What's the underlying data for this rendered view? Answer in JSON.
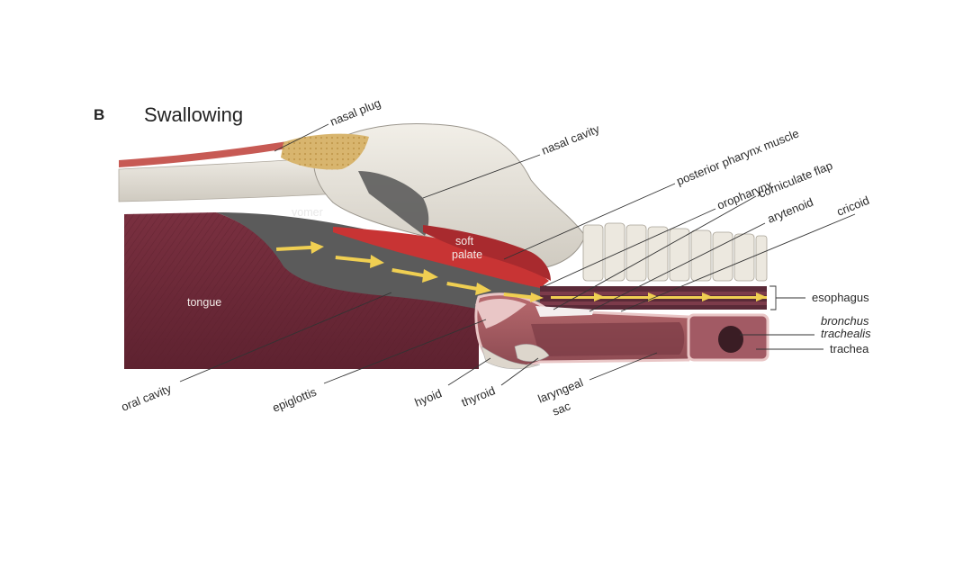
{
  "panel": {
    "letter": "B",
    "title": "Swallowing"
  },
  "labels": {
    "nasal_plug": "nasal plug",
    "nasal_cavity": "nasal cavity",
    "posterior_pharynx_muscle": "posterior pharynx muscle",
    "oropharynx": "oropharynx",
    "corniculate_flap": "corniculate flap",
    "arytenoid": "arytenoid",
    "cricoid": "cricoid",
    "esophagus": "esophagus",
    "bronchus_trachealis_1": "bronchus",
    "bronchus_trachealis_2": "trachealis",
    "trachea": "trachea",
    "laryngeal_sac_1": "laryngeal",
    "laryngeal_sac_2": "sac",
    "thyroid": "thyroid",
    "hyoid": "hyoid",
    "epiglottis": "epiglottis",
    "oral_cavity": "oral cavity",
    "vomer": "vomer",
    "soft_palate_1": "soft",
    "soft_palate_2": "palate",
    "tongue": "tongue"
  },
  "colors": {
    "tongue": "#6e2a36",
    "oral_cavity": "#5c5c5c",
    "muscle_red": "#c83434",
    "bone": "#e4e0d8",
    "larynx_pink": "#d49a9a",
    "arrow_yellow": "#f0cf52",
    "nasal_plug": "#d8b56e"
  },
  "icons": {
    "flow_arrows": "swallow-flow-arrow"
  }
}
